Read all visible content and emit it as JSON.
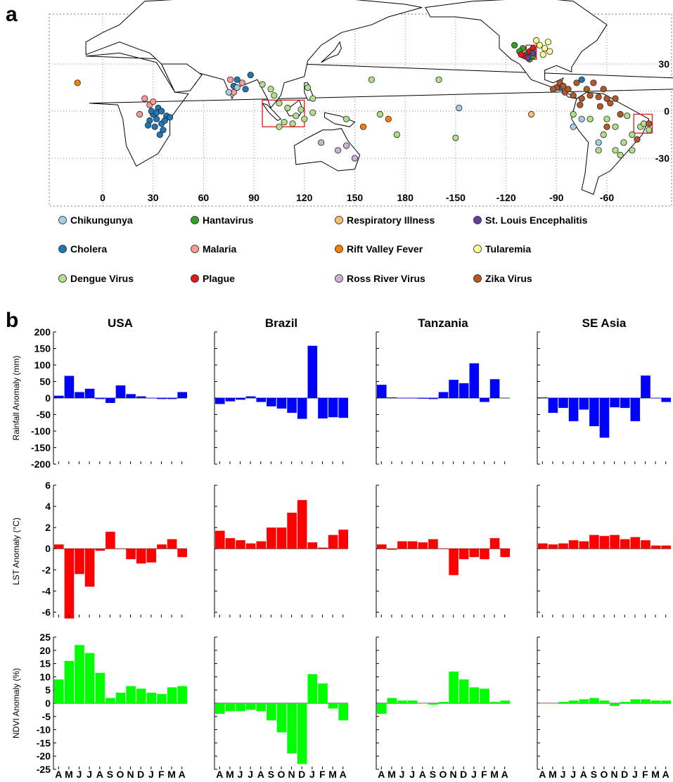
{
  "panel_labels": [
    "a",
    "b"
  ],
  "chart_data": [
    {
      "type": "scatter",
      "panel": "a",
      "title": "",
      "x_ticks": [
        "0",
        "30",
        "60",
        "90",
        "120",
        "150",
        "180",
        "-150",
        "-120",
        "-90",
        "-60"
      ],
      "y_ticks": [
        "30",
        "0",
        "-30"
      ],
      "grid": true,
      "highlight_boxes": [
        "SE Asia",
        "USA",
        "Brazil"
      ],
      "legend_placement": "below",
      "legend": [
        {
          "name": "Chikungunya",
          "color": "#a6cee3"
        },
        {
          "name": "Hantavirus",
          "color": "#33a02c"
        },
        {
          "name": "Respiratory Illness",
          "color": "#fdbf6f"
        },
        {
          "name": "St. Louis Encephalitis",
          "color": "#6a3d9a"
        },
        {
          "name": "Cholera",
          "color": "#1f78b4"
        },
        {
          "name": "Malaria",
          "color": "#fb9a99"
        },
        {
          "name": "Rift Valley Fever",
          "color": "#ff7f00"
        },
        {
          "name": "Tularemia",
          "color": "#ffff99"
        },
        {
          "name": "Dengue Virus",
          "color": "#b2df8a"
        },
        {
          "name": "Plague",
          "color": "#e31a1c"
        },
        {
          "name": "Ross River Virus",
          "color": "#cab2d6"
        },
        {
          "name": "Zika Virus",
          "color": "#b15928"
        }
      ],
      "series": [
        {
          "name": "Cholera",
          "points": [
            [
              30,
              -2
            ],
            [
              32,
              -5
            ],
            [
              35,
              -8
            ],
            [
              38,
              -3
            ],
            [
              33,
              2
            ],
            [
              36,
              -12
            ],
            [
              28,
              -6
            ],
            [
              31,
              -10
            ],
            [
              34,
              -15
            ],
            [
              29,
              0
            ],
            [
              37,
              -6
            ],
            [
              32,
              -1
            ],
            [
              40,
              -4
            ],
            [
              27,
              -9
            ],
            [
              35,
              0
            ],
            [
              80,
              20
            ],
            [
              78,
              16
            ],
            [
              88,
              23
            ],
            [
              85,
              14
            ],
            [
              -75,
              20
            ],
            [
              -88,
              15
            ]
          ]
        },
        {
          "name": "Malaria",
          "points": [
            [
              25,
              8
            ],
            [
              28,
              4
            ],
            [
              22,
              -2
            ],
            [
              30,
              6
            ],
            [
              76,
              20
            ],
            [
              78,
              12
            ],
            [
              83,
              18
            ]
          ]
        },
        {
          "name": "Dengue Virus",
          "points": [
            [
              100,
              14
            ],
            [
              102,
              10
            ],
            [
              105,
              5
            ],
            [
              110,
              2
            ],
            [
              115,
              -3
            ],
            [
              120,
              -5
            ],
            [
              125,
              8
            ],
            [
              108,
              -7
            ],
            [
              118,
              1
            ],
            [
              105,
              -10
            ],
            [
              122,
              15
            ],
            [
              113,
              -8
            ],
            [
              95,
              17
            ],
            [
              125,
              -1
            ],
            [
              145,
              -5
            ],
            [
              165,
              -2
            ],
            [
              175,
              -15
            ],
            [
              160,
              20
            ],
            [
              -160,
              20
            ],
            [
              -150,
              -17
            ],
            [
              -60,
              -5
            ],
            [
              -55,
              -10
            ],
            [
              -45,
              -15
            ],
            [
              -50,
              -20
            ],
            [
              -40,
              -10
            ],
            [
              -65,
              -25
            ],
            [
              -55,
              -25
            ],
            [
              -45,
              -25
            ],
            [
              -38,
              -8
            ],
            [
              -70,
              -5
            ],
            [
              -62,
              -15
            ],
            [
              -48,
              -3
            ],
            [
              -52,
              -28
            ],
            [
              -35,
              -12
            ],
            [
              -80,
              -2
            ]
          ]
        },
        {
          "name": "Chikungunya",
          "points": [
            [
              80,
              15
            ],
            [
              75,
              12
            ],
            [
              -75,
              -5
            ],
            [
              -80,
              -10
            ],
            [
              -65,
              -20
            ],
            [
              -148,
              2
            ]
          ]
        },
        {
          "name": "Zika Virus",
          "points": [
            [
              -90,
              15
            ],
            [
              -85,
              12
            ],
            [
              -80,
              10
            ],
            [
              -75,
              8
            ],
            [
              -70,
              10
            ],
            [
              -65,
              9
            ],
            [
              -60,
              8
            ],
            [
              -88,
              18
            ],
            [
              -78,
              18
            ],
            [
              -72,
              14
            ],
            [
              -68,
              18
            ],
            [
              -62,
              14
            ],
            [
              -58,
              5
            ],
            [
              -55,
              8
            ],
            [
              -83,
              14
            ],
            [
              -76,
              4
            ],
            [
              -64,
              3
            ],
            [
              -52,
              -2
            ],
            [
              -60,
              -10
            ],
            [
              -42,
              -18
            ],
            [
              -35,
              -8
            ],
            [
              -92,
              14
            ],
            [
              -86,
              16
            ]
          ]
        },
        {
          "name": "Hantavirus",
          "points": [
            [
              -108,
              36
            ],
            [
              -110,
              40
            ],
            [
              -106,
              33
            ],
            [
              -112,
              38
            ],
            [
              -104,
              35
            ],
            [
              -115,
              42
            ]
          ]
        },
        {
          "name": "Plague",
          "points": [
            [
              -109,
              35
            ],
            [
              -106,
              38
            ],
            [
              -111,
              36
            ],
            [
              -104,
              40
            ]
          ]
        },
        {
          "name": "Tularemia",
          "points": [
            [
              -100,
              42
            ],
            [
              -97,
              40
            ],
            [
              -94,
              38
            ],
            [
              -102,
              45
            ],
            [
              -98,
              36
            ],
            [
              -95,
              44
            ]
          ]
        },
        {
          "name": "St. Louis Encephalitis",
          "points": [
            [
              -107,
              34
            ],
            [
              -104,
              37
            ]
          ]
        },
        {
          "name": "Respiratory Illness",
          "points": [
            [
              -105,
              -2
            ]
          ]
        },
        {
          "name": "Rift Valley Fever",
          "points": [
            [
              -15,
              18
            ],
            [
              155,
              -10
            ],
            [
              170,
              -5
            ]
          ]
        },
        {
          "name": "Ross River Virus",
          "points": [
            [
              140,
              -25
            ],
            [
              145,
              -22
            ],
            [
              150,
              -30
            ],
            [
              130,
              -20
            ]
          ]
        }
      ]
    },
    {
      "type": "bar",
      "panel": "b",
      "columns": [
        "USA",
        "Brazil",
        "Tanzania",
        "SE Asia"
      ],
      "month_labels": [
        "A",
        "M",
        "J",
        "J",
        "A",
        "S",
        "O",
        "N",
        "D",
        "J",
        "F",
        "M",
        "A"
      ],
      "rows": [
        {
          "ylabel": "Rainfall Anomaly (mm)",
          "ylim": [
            -200,
            200
          ],
          "yticks": [
            "200",
            "150",
            "100",
            "50",
            "0",
            "-50",
            "-100",
            "-150",
            "-200"
          ],
          "color": "#0000ff",
          "series": [
            {
              "name": "USA",
              "values": [
                7,
                67,
                18,
                28,
                -3,
                -15,
                38,
                12,
                5,
                0,
                -3,
                -3,
                18
              ]
            },
            {
              "name": "Brazil",
              "values": [
                -18,
                -10,
                -5,
                5,
                -12,
                -25,
                -32,
                -45,
                -63,
                158,
                -62,
                -58,
                -60
              ]
            },
            {
              "name": "Tanzania",
              "values": [
                40,
                2,
                0,
                0,
                -2,
                -3,
                18,
                55,
                45,
                105,
                -12,
                57
              ]
            },
            {
              "name": "SE Asia",
              "values": [
                2,
                -45,
                -30,
                -70,
                -35,
                -85,
                -120,
                -28,
                -30,
                -70,
                68,
                0,
                -12
              ]
            }
          ]
        },
        {
          "ylabel": "LST Anomaly (°C)",
          "ylim": [
            -6.5,
            6
          ],
          "yticks": [
            "6",
            "4",
            "2",
            "0",
            "-2",
            "-4",
            "-6"
          ],
          "color": "#ff0000",
          "series": [
            {
              "name": "USA",
              "values": [
                0.4,
                -6.6,
                -2.4,
                -3.6,
                -0.2,
                1.6,
                0,
                -1,
                -1.4,
                -1.3,
                0.4,
                0.9,
                -0.8
              ]
            },
            {
              "name": "Brazil",
              "values": [
                1.7,
                1,
                0.8,
                0.5,
                0.7,
                2,
                2,
                3.4,
                4.6,
                0.6,
                0.1,
                1.3,
                1.8
              ]
            },
            {
              "name": "Tanzania",
              "values": [
                0.4,
                -0.1,
                0.7,
                0.7,
                0.6,
                0.9,
                0,
                -2.5,
                -1,
                -0.8,
                -1,
                1,
                -0.8
              ]
            },
            {
              "name": "SE Asia",
              "values": [
                0.5,
                0.4,
                0.5,
                0.8,
                0.7,
                1.3,
                1.2,
                1.3,
                0.9,
                1.1,
                0.8,
                0.3,
                0.3
              ]
            }
          ]
        },
        {
          "ylabel": "NDVI Anomaly (%)",
          "ylim": [
            -25,
            25
          ],
          "yticks": [
            "25",
            "20",
            "15",
            "10",
            "5",
            "0",
            "-5",
            "-10",
            "-15",
            "-20",
            "-25"
          ],
          "color": "#00ff00",
          "series": [
            {
              "name": "USA",
              "values": [
                9,
                16,
                22,
                19,
                11.5,
                2,
                4,
                6.5,
                5.5,
                4,
                3.5,
                6,
                6.5
              ]
            },
            {
              "name": "Brazil",
              "values": [
                -4,
                -3,
                -3,
                -2.5,
                -3,
                -6.5,
                -11,
                -19,
                -23,
                11,
                7.5,
                -2,
                -6.5
              ]
            },
            {
              "name": "Tanzania",
              "values": [
                -4,
                2,
                1,
                1,
                0,
                -0.5,
                0.5,
                12,
                9,
                6,
                5.5,
                0.5,
                1
              ]
            },
            {
              "name": "SE Asia",
              "values": [
                0,
                0,
                0.5,
                1,
                1.5,
                2,
                1,
                -1,
                0.5,
                1.5,
                1.5,
                1,
                1
              ]
            }
          ]
        }
      ]
    }
  ]
}
